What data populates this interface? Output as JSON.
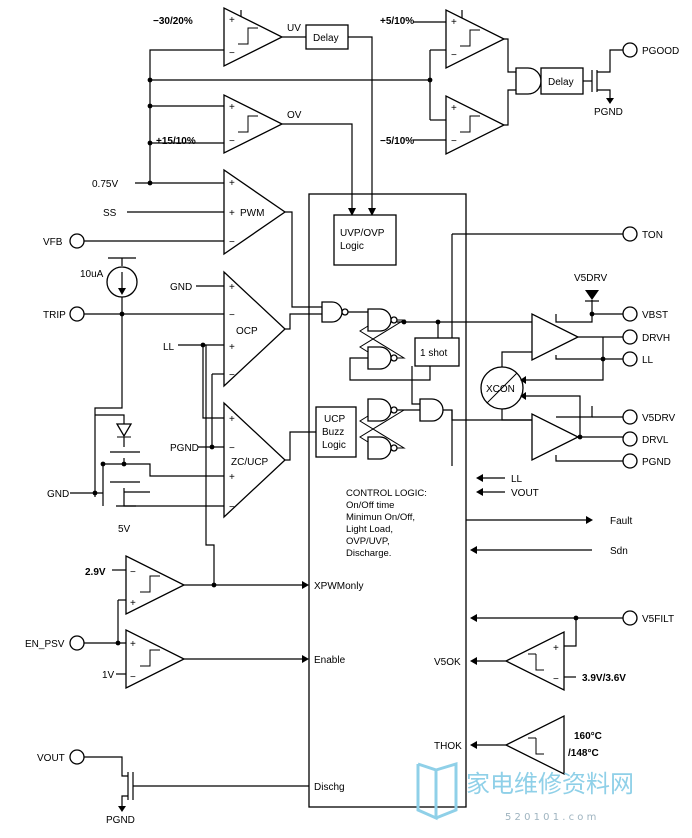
{
  "labels": {
    "uv_threshold": "−30/20%",
    "uv": "UV",
    "ov": "OV",
    "ov_threshold": "+15/10%",
    "delay1": "Delay",
    "delay2": "Delay",
    "pg_high": "+5/10%",
    "pg_low": "−5/10%",
    "pgood": "PGOOD",
    "pgnd_top": "PGND",
    "ref_075": "0.75V",
    "ss": "SS",
    "vfb": "VFB",
    "pwm": "PWM",
    "uvp_l1": "UVP/OVP",
    "uvp_l2": "Logic",
    "ton": "TON",
    "i10ua": "10uA",
    "trip": "TRIP",
    "gnd_ocp": "GND",
    "ocp": "OCP",
    "ll_left": "LL",
    "v5drv_top": "V5DRV",
    "vbst": "VBST",
    "drvh": "DRVH",
    "ll_right": "LL",
    "one_shot": "1 shot",
    "xcon": "XCON",
    "v5drv": "V5DRV",
    "drvl": "DRVL",
    "pgnd_right": "PGND",
    "ucp_l1": "UCP",
    "ucp_l2": "Buzz",
    "ucp_l3": "Logic",
    "pgnd_zc": "PGND",
    "zc_ucp": "ZC/UCP",
    "gnd": "GND",
    "v5": "5V",
    "ll_in": "LL",
    "vout_in": "VOUT",
    "ctl1": "CONTROL LOGIC:",
    "ctl2": "On/Off time",
    "ctl3": "Minimun On/Off,",
    "ctl4": "Light Load,",
    "ctl5": "OVP/UVP,",
    "ctl6": "Discharge.",
    "fault": "Fault",
    "sdn": "Sdn",
    "v29": "2.9V",
    "xpwm": "XPWMonly",
    "en_psv": "EN_PSV",
    "v1": "1V",
    "enable": "Enable",
    "v5filt": "V5FILT",
    "v5ok": "V5OK",
    "v39": "3.9V/3.6V",
    "t160": "160°C",
    "t148": "/148°C",
    "thok": "THOK",
    "vout": "VOUT",
    "dischg": "Dischg",
    "pgnd_bottom": "PGND",
    "plus": "+",
    "minus": "−"
  },
  "watermark": {
    "text": "家电维修资料网",
    "url": "5 2 0 1 0 1 . c o m"
  }
}
